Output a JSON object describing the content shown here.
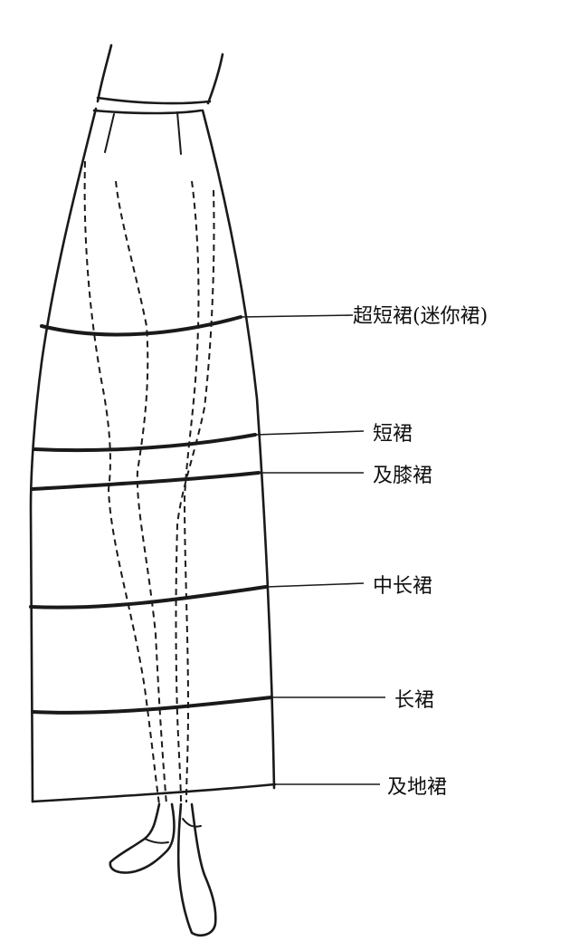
{
  "labels": {
    "mini": "超短裙(迷你裙)",
    "short": "短裙",
    "knee": "及膝裙",
    "midi": "中长裙",
    "long": "长裙",
    "floor": "及地裙"
  }
}
